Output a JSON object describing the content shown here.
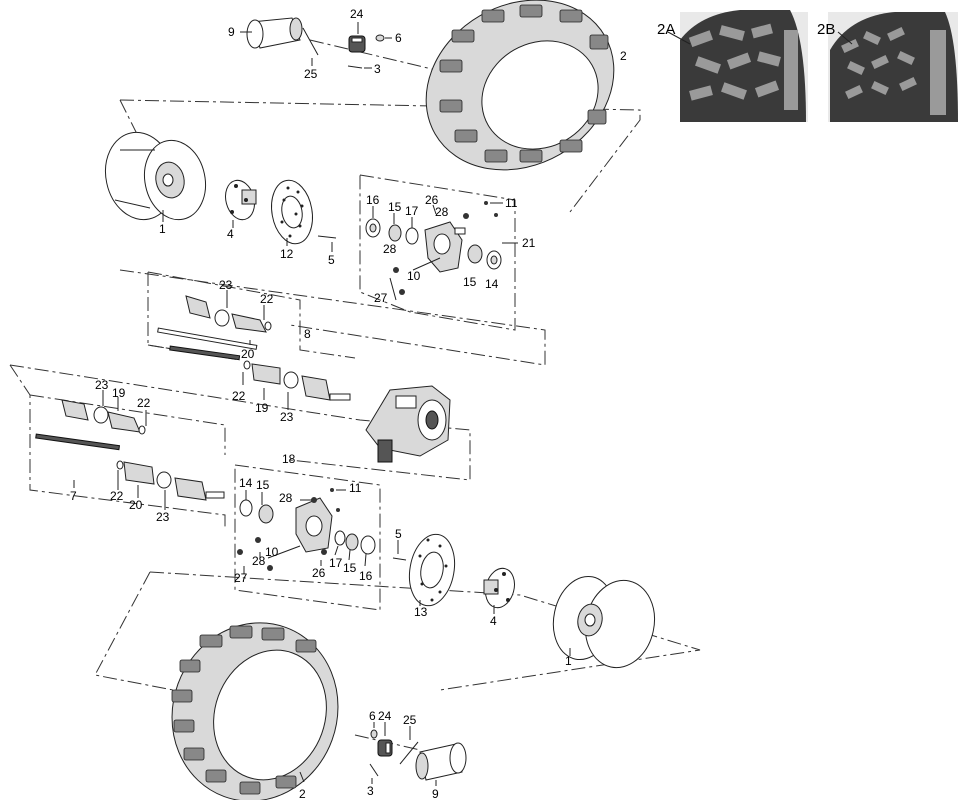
{
  "labels": {
    "l1a": "1",
    "l1b": "1",
    "l2a": "2",
    "l2b": "2",
    "l2A": "2A",
    "l2B": "2B",
    "l3a": "3",
    "l3b": "3",
    "l4a": "4",
    "l4b": "4",
    "l5a": "5",
    "l5b": "5",
    "l6a": "6",
    "l6b": "6",
    "l7": "7",
    "l8": "8",
    "l9a": "9",
    "l9b": "9",
    "l10a": "10",
    "l10b": "10",
    "l11a": "11",
    "l11b": "11",
    "l12": "12",
    "l13": "13",
    "l14a": "14",
    "l14b": "14",
    "l15a": "15",
    "l15b": "15",
    "l15c": "15",
    "l15d": "15",
    "l16a": "16",
    "l16b": "16",
    "l17a": "17",
    "l17b": "17",
    "l18": "18",
    "l19a": "19",
    "l19b": "19",
    "l20a": "20",
    "l20b": "20",
    "l21": "21",
    "l22a": "22",
    "l22b": "22",
    "l22c": "22",
    "l22d": "22",
    "l23a": "23",
    "l23b": "23",
    "l23c": "23",
    "l23d": "23",
    "l24a": "24",
    "l24b": "24",
    "l25a": "25",
    "l25b": "25",
    "l26a": "26",
    "l26b": "26",
    "l27a": "27",
    "l27b": "27",
    "l28a": "28",
    "l28b": "28",
    "l28c": "28",
    "l28d": "28"
  },
  "icons": {
    "tire": "tire-icon",
    "rim": "wheel-rim-icon",
    "hub": "wheel-hub-icon",
    "disc": "brake-disc-icon",
    "knuckle": "steering-knuckle-icon",
    "shaft": "drive-shaft-icon",
    "diff": "differential-icon",
    "cap": "hub-cap-icon",
    "nut": "castle-nut-icon",
    "bolt": "bolt-icon",
    "tread": "tire-tread-photo"
  }
}
